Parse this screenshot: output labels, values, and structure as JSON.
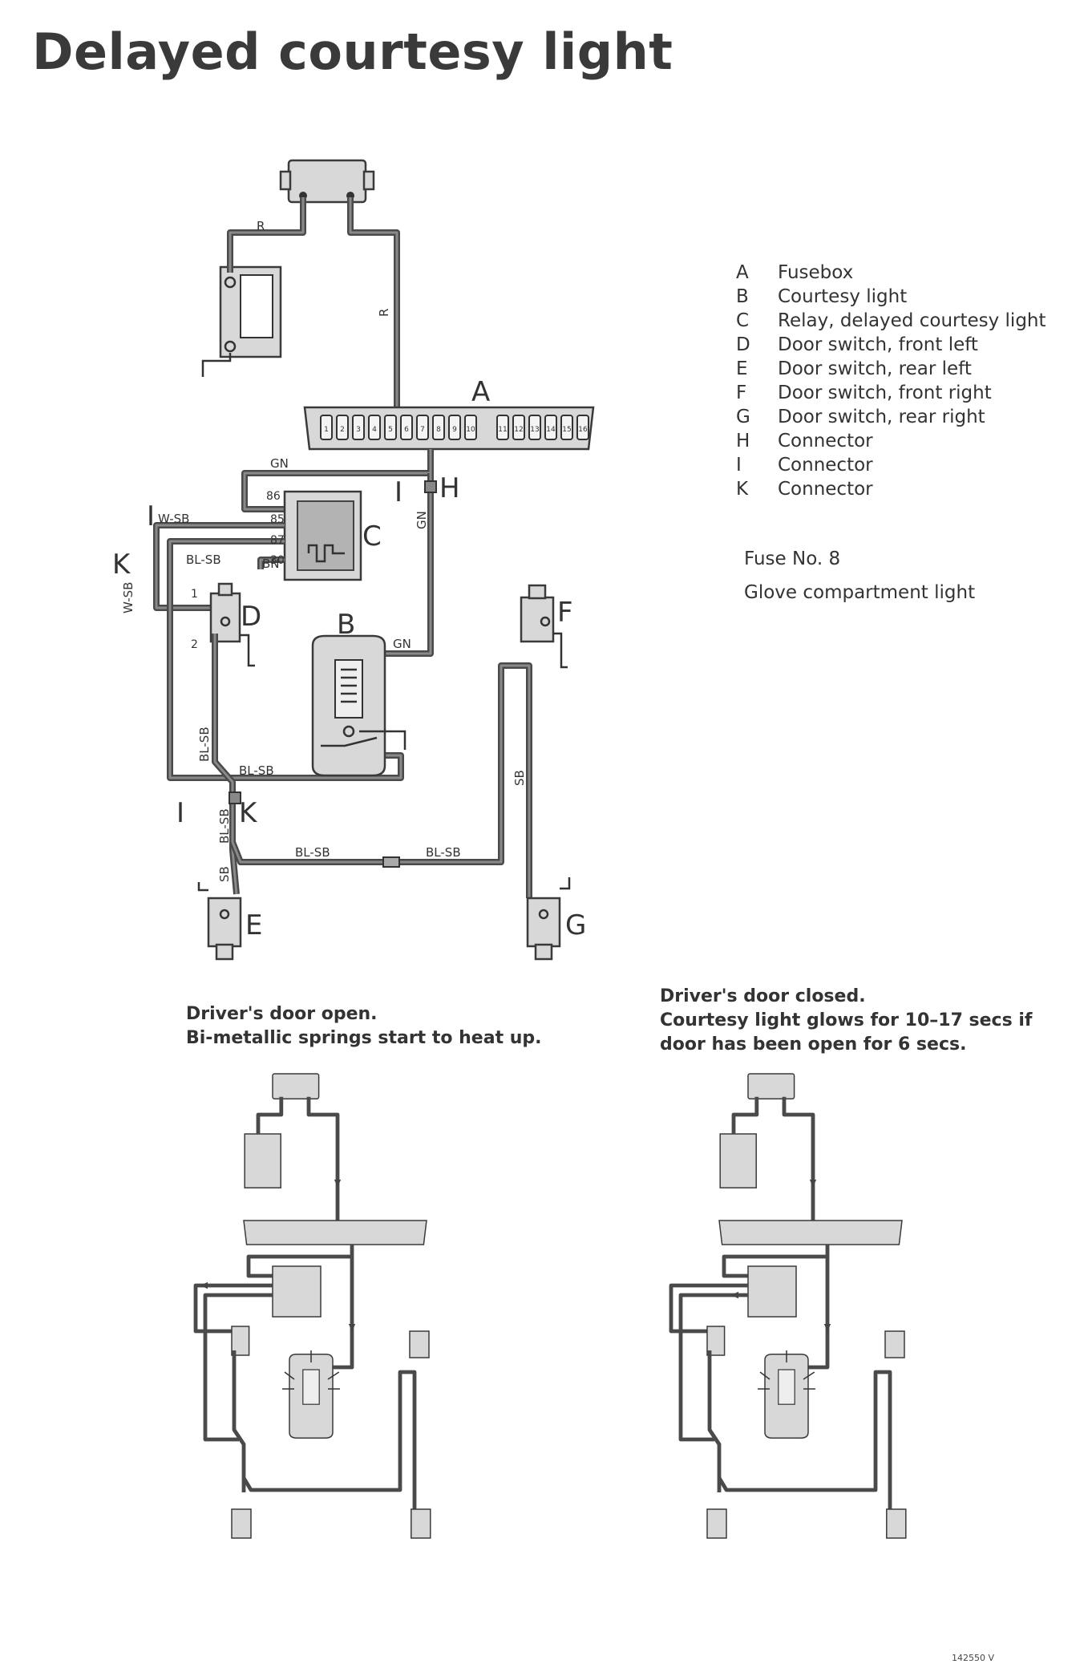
{
  "title": "Delayed courtesy light",
  "legend": [
    {
      "key": "A",
      "label": "Fusebox"
    },
    {
      "key": "B",
      "label": "Courtesy light"
    },
    {
      "key": "C",
      "label": "Relay, delayed courtesy light"
    },
    {
      "key": "D",
      "label": "Door switch, front left"
    },
    {
      "key": "E",
      "label": "Door switch, rear left"
    },
    {
      "key": "F",
      "label": "Door switch, front right"
    },
    {
      "key": "G",
      "label": "Door switch, rear right"
    },
    {
      "key": "H",
      "label": "Connector"
    },
    {
      "key": "I",
      "label": "Connector"
    },
    {
      "key": "K",
      "label": "Connector"
    }
  ],
  "fuse": {
    "number": "Fuse No. 8",
    "description": "Glove compartment light"
  },
  "diagram": {
    "component_letters": [
      "A",
      "B",
      "C",
      "D",
      "E",
      "F",
      "G",
      "H",
      "I",
      "K"
    ],
    "wire_labels": [
      "R",
      "R",
      "GN",
      "GN",
      "GN",
      "W-SB",
      "W-SB",
      "BL-SB",
      "BL-SB",
      "BL-SB",
      "BL-SB",
      "BL-SB",
      "BL-SB",
      "BN",
      "SB",
      "SB"
    ],
    "relay_pins": [
      "86",
      "85",
      "87",
      "30"
    ],
    "switch_pins": [
      "1",
      "2"
    ],
    "fuse_numbers": [
      "1",
      "2",
      "3",
      "4",
      "5",
      "6",
      "7",
      "8",
      "9",
      "10",
      "11",
      "12",
      "13",
      "14",
      "15",
      "16"
    ]
  },
  "captions": {
    "door_open": [
      "Driver's door open.",
      "Bi-metallic springs start to heat up."
    ],
    "door_closed": [
      "Driver's door closed.",
      "Courtesy light glows for 10–17 secs if",
      "door has been open for 6 secs."
    ]
  },
  "image_number": "142550 V",
  "colors": {
    "ink": "#333333",
    "wire": "#4a4a4a",
    "fill": "#d8d8d8",
    "background": "#ffffff"
  }
}
